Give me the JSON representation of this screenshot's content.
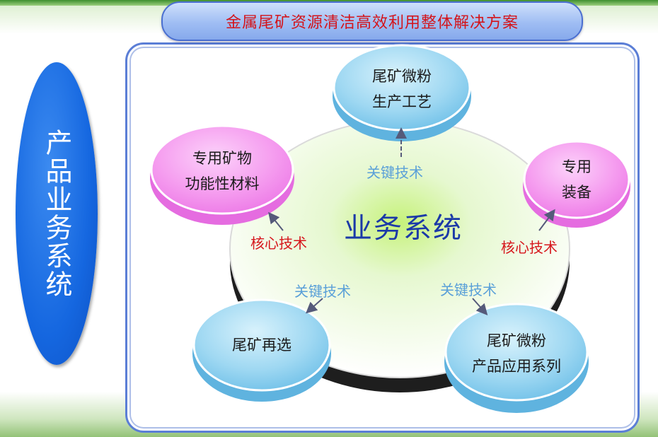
{
  "title": "金属尾矿资源清洁高效利用整体解决方案",
  "side_label": "产品业务系统",
  "center_label": "业务系统",
  "nodes": {
    "top": {
      "line1": "尾矿微粉",
      "line2": "生产工艺"
    },
    "left": {
      "line1": "专用矿物",
      "line2": "功能性材料"
    },
    "right": {
      "line1": "专用",
      "line2": "装备"
    },
    "bottom_left": {
      "line1": "尾矿再选"
    },
    "bottom_right": {
      "line1": "尾矿微粉",
      "line2": "产品应用系列"
    }
  },
  "connector_labels": {
    "top": "关键技术",
    "left": "核心技术",
    "right": "核心技术",
    "bottom_left": "关键技术",
    "bottom_right": "关键技术"
  },
  "colors": {
    "title_text": "#d4141a",
    "key_tech": "#5aa0d8",
    "core_tech": "#d6161c",
    "center_text": "#1b39a8",
    "node_blue": "#8fd0ee",
    "node_pink": "#f598ef",
    "side_pill": "#1567e0"
  }
}
